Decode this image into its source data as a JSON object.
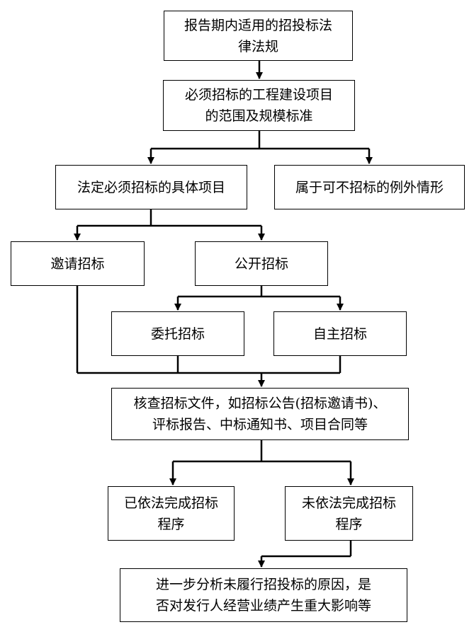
{
  "nodes": {
    "n1": {
      "lines": [
        "报告期内适用的招投标法",
        "律法规"
      ]
    },
    "n2": {
      "lines": [
        "必须招标的工程建设项目",
        "的范围及规模标准"
      ]
    },
    "n3": {
      "lines": [
        "法定必须招标的具体项目"
      ]
    },
    "n4": {
      "lines": [
        "属于可不招标的例外情形"
      ]
    },
    "n5": {
      "lines": [
        "邀请招标"
      ]
    },
    "n6": {
      "lines": [
        "公开招标"
      ]
    },
    "n7": {
      "lines": [
        "委托招标"
      ]
    },
    "n8": {
      "lines": [
        "自主招标"
      ]
    },
    "n9": {
      "lines": [
        "核查招标文件，如招标公告(招标邀请书)、",
        "评标报告、中标通知书、项目合同等"
      ]
    },
    "n10": {
      "lines": [
        "已依法完成招标",
        "程序"
      ]
    },
    "n11": {
      "lines": [
        "未依法完成招标",
        "程序"
      ]
    },
    "n12": {
      "lines": [
        "进一步分析未履行招投标的原因，是",
        "否对发行人经营业绩产生重大影响等"
      ]
    }
  },
  "colors": {
    "line": "#000000",
    "box_border": "#000000",
    "background": "#ffffff"
  }
}
